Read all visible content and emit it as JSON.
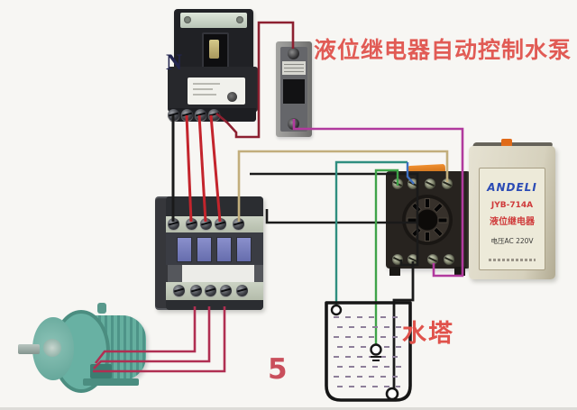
{
  "title": {
    "text": "液位继电器自动控制水泵"
  },
  "annotations": {
    "neutral_label": "N",
    "tank_label": "水塔",
    "figure_number": "5"
  },
  "level_relay": {
    "brand": "ANDELI",
    "model": "JYB-714A",
    "product_name": "液位继电器",
    "rating": "电压AC 220V"
  },
  "colors": {
    "title_red": "#e15b55",
    "tank_label_red": "#e0524b",
    "figure_red": "#c94f5c",
    "neutral_navy": "#23254f",
    "wire_black": "#1a1a1a",
    "wire_red": "#c3242c",
    "wire_dark_red": "#8d2030",
    "wire_magenta": "#b13a9e",
    "wire_khaki": "#c2ae7c",
    "wire_teal": "#2f8e7f",
    "wire_green": "#3fa348",
    "wire_blue": "#3f6fc0",
    "wire_motor": "#b02f52",
    "water_dash": "#8e7f9a",
    "tank_outline": "#161616"
  }
}
